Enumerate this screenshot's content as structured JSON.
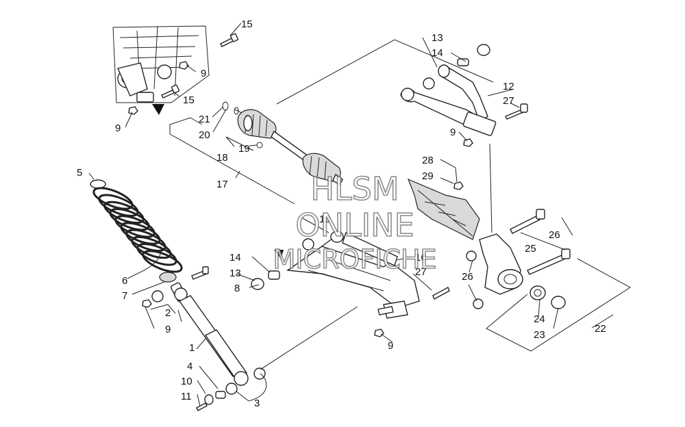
{
  "watermark": {
    "line1": "HLSM",
    "line2": "ONLINE",
    "line3": "MICROFICHE"
  },
  "callouts": [
    {
      "id": "c15a",
      "text": "15"
    },
    {
      "id": "c9a",
      "text": "9"
    },
    {
      "id": "c15b",
      "text": "15"
    },
    {
      "id": "c9b",
      "text": "9"
    },
    {
      "id": "c21",
      "text": "21"
    },
    {
      "id": "c20",
      "text": "20"
    },
    {
      "id": "c19",
      "text": "19"
    },
    {
      "id": "c18",
      "text": "18"
    },
    {
      "id": "c17",
      "text": "17"
    },
    {
      "id": "c13a",
      "text": "13"
    },
    {
      "id": "c14a",
      "text": "14"
    },
    {
      "id": "c12",
      "text": "12"
    },
    {
      "id": "c27a",
      "text": "27"
    },
    {
      "id": "c9c",
      "text": "9"
    },
    {
      "id": "c28",
      "text": "28"
    },
    {
      "id": "c29",
      "text": "29"
    },
    {
      "id": "c5",
      "text": "5"
    },
    {
      "id": "c6",
      "text": "6"
    },
    {
      "id": "c7",
      "text": "7"
    },
    {
      "id": "c13b",
      "text": "13"
    },
    {
      "id": "c14b",
      "text": "14"
    },
    {
      "id": "c13c",
      "text": "13"
    },
    {
      "id": "c8",
      "text": "8"
    },
    {
      "id": "c16",
      "text": "16"
    },
    {
      "id": "c27b",
      "text": "27"
    },
    {
      "id": "c26a",
      "text": "26"
    },
    {
      "id": "c26b",
      "text": "26"
    },
    {
      "id": "c25",
      "text": "25"
    },
    {
      "id": "c2",
      "text": "2"
    },
    {
      "id": "c9d",
      "text": "9"
    },
    {
      "id": "c1",
      "text": "1"
    },
    {
      "id": "c9e",
      "text": "9"
    },
    {
      "id": "c24",
      "text": "24"
    },
    {
      "id": "c23",
      "text": "23"
    },
    {
      "id": "c22",
      "text": "22"
    },
    {
      "id": "c4",
      "text": "4"
    },
    {
      "id": "c10",
      "text": "10"
    },
    {
      "id": "c11",
      "text": "11"
    },
    {
      "id": "c3",
      "text": "3"
    }
  ]
}
